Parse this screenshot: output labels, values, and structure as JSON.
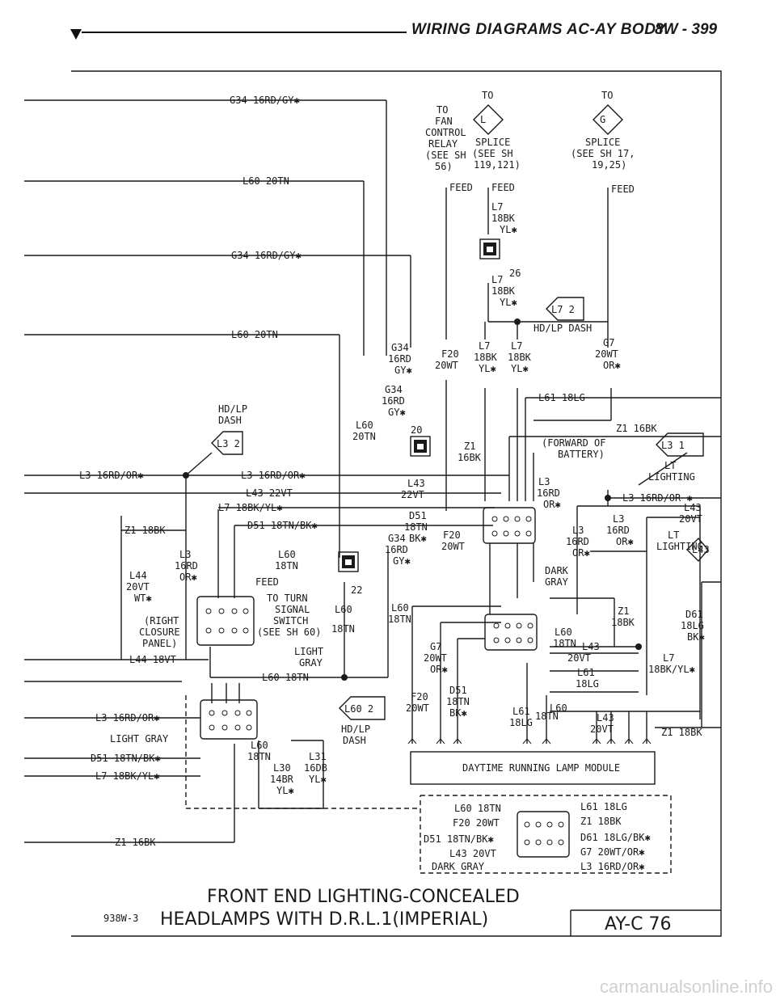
{
  "header": {
    "title": "WIRING DIAGRAMS AC-AY BODY",
    "page": "8W - 399"
  },
  "diagram": {
    "title_line1": "FRONT END LIGHTING-CONCEALED",
    "title_line2": "HEADLAMPS WITH D.R.L.1(IMPERIAL)",
    "figure_id": "938W-3",
    "ref_code": "AY-C 76",
    "module_label": "DAYTIME RUNNING LAMP MODULE",
    "top_labels": {
      "to_fan": [
        "TO",
        "FAN",
        "CONTROL",
        "RELAY",
        "(SEE SH",
        "56)"
      ],
      "to_l7_to": "TO",
      "to_g7_to": "TO",
      "splice_l7": [
        "SPLICE",
        "(SEE SH",
        "119,121)"
      ],
      "splice_g7": [
        "SPLICE",
        "(SEE SH 17,",
        "19,25)"
      ],
      "feed": "FEED",
      "l7": "L7",
      "bk18": "18BK",
      "ylx": "YL✱",
      "n26": "26",
      "hd_lp_dash": "HD/LP DASH"
    },
    "left_wires": [
      "G34 16RD/GY✱",
      "L60 20TN",
      "G34 16RD/GY✱",
      "L60 20TN",
      "L3 16RD/OR✱",
      "Z1 18BK",
      "L44 18VT",
      "L3 16RD/OR✱",
      "LIGHT GRAY",
      "D51 18TN/BK✱",
      "L7 18BK/YL✱",
      "Z1 16BK"
    ],
    "connector_refs": {
      "l3_2": "L3 2",
      "l3_1": "L3 1",
      "l7_2": "L7 2",
      "l60_2": "L60 2",
      "l43": "L43",
      "l": "L",
      "g": "G"
    },
    "mid_labels": {
      "g34_16rd_gyx": [
        "G34",
        "16RD",
        "GY✱"
      ],
      "f20_20wt": [
        "F20",
        "20WT"
      ],
      "l7_18bk_ylx": [
        "L7",
        "18BK",
        "YL✱"
      ],
      "g7_20wt_orx": [
        "G7",
        "20WT",
        "OR✱"
      ],
      "l61_18lg": "L61 18LG",
      "z1_16bk": "Z1 16BK",
      "hd_lp": "HD/LP",
      "dash": "DASH",
      "l60_20tn": [
        "L60",
        "20TN"
      ],
      "n20": "20",
      "n22": "22",
      "z1_16bk_v": [
        "Z1",
        "16BK"
      ],
      "l43_22vt": [
        "L43",
        "22VT"
      ],
      "l3_16rd_orx_v": [
        "L3",
        "16RD",
        "OR✱"
      ],
      "forward_of_battery": [
        "(FORWARD OF",
        "BATTERY)"
      ],
      "lt_lighting": [
        "LT",
        "LIGHTING"
      ],
      "l3_16rd_orx_h": "L3 16RD/OR ✱",
      "l43_20vt": [
        "L43",
        "20VT"
      ],
      "d51_18tn": [
        "D51",
        "18TN"
      ],
      "bkx": "BK✱",
      "l3_16rd_orx": "L3 16RD/OR✱",
      "l43_22vt_h": "L43 22VT",
      "l7_18bk_ylx_h": "L7 18BK/YL✱",
      "d51_18tn_bkx": "D51 18TN/BK✱",
      "dark_gray": [
        "DARK",
        "GRAY"
      ],
      "right_closure": [
        "(RIGHT",
        "CLOSURE",
        "PANEL)"
      ],
      "l44_20vt_wtx": [
        "L44",
        "20VT",
        "WT✱"
      ],
      "l3_16rd_orx_l": [
        "L3",
        "16RD",
        "OR✱"
      ],
      "l60_18tn": [
        "L60",
        "18TN"
      ],
      "feed_sm": "FEED",
      "to_turn": [
        "TO TURN",
        "SIGNAL",
        "SWITCH",
        "(SEE SH 60)"
      ],
      "light_gray_v": [
        "LIGHT",
        "GRAY"
      ],
      "l60_18tn_h": "L60 18TN",
      "d61_18lg_bkx": [
        "D61",
        "18LG",
        "BK✱"
      ],
      "z1_18bk": [
        "Z1",
        "18BK"
      ],
      "l7_18bk_ylx_r": [
        "L7",
        "18BK/YL✱"
      ],
      "l61_18lg_r": [
        "L61",
        "18LG"
      ],
      "l60_18tn_r": [
        "L60",
        "18TN"
      ],
      "l43_20vt_r": [
        "L43",
        "20VT"
      ],
      "l61_18lg_b": [
        "L61",
        "18LG"
      ],
      "l60_18tn_b": [
        "L60",
        "18TN"
      ],
      "l43_20vt_b": [
        "L43",
        "20VT"
      ],
      "g7_20wt_orx_b": [
        "G7",
        "20WT",
        "OR✱"
      ],
      "f20_20wt_b": [
        "F20",
        "20WT"
      ],
      "d51_18tn_bkx_b": [
        "D51",
        "18TN",
        "BK✱"
      ],
      "z1_18bk_r": "Z1 18BK",
      "hd_lp_dash_b": [
        "HD/LP",
        "DASH"
      ],
      "l60_18tn_bl": [
        "L60",
        "18TN"
      ],
      "l30_14br": [
        "L30",
        "14BR"
      ],
      "l31_16db_ylx": [
        "L31",
        "16DB",
        "YL✱"
      ],
      "ylx_b": "YL✱"
    },
    "pin_legend": [
      "L60 18TN",
      "L61 18LG",
      "F20 20WT",
      "Z1 18BK",
      "D51 18TN/BK✱",
      "D61 18LG/BK✱",
      "L43 20VT",
      "G7 20WT/OR✱",
      "DARK GRAY",
      "L3 16RD/OR✱"
    ]
  },
  "watermark": "carmanualsonline.info"
}
